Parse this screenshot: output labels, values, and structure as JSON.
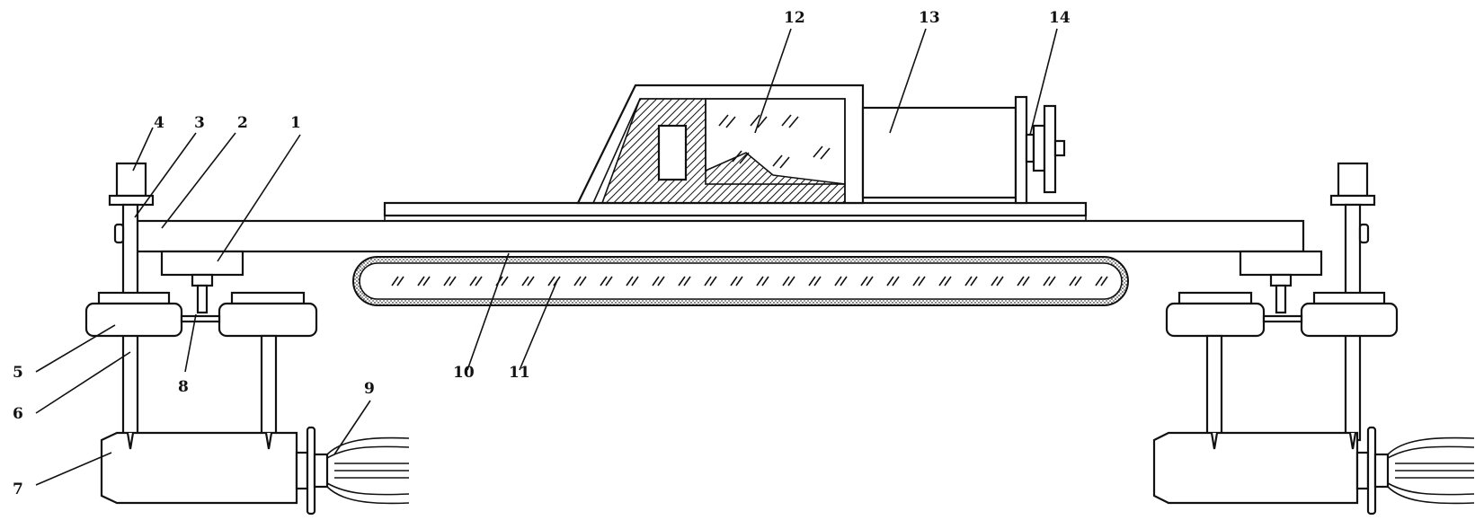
{
  "labels": [
    "1",
    "2",
    "3",
    "4",
    "5",
    "6",
    "7",
    "8",
    "9",
    "10",
    "11",
    "12",
    "13",
    "14"
  ],
  "colors": {
    "ink": "#111111",
    "paper": "#ffffff"
  }
}
